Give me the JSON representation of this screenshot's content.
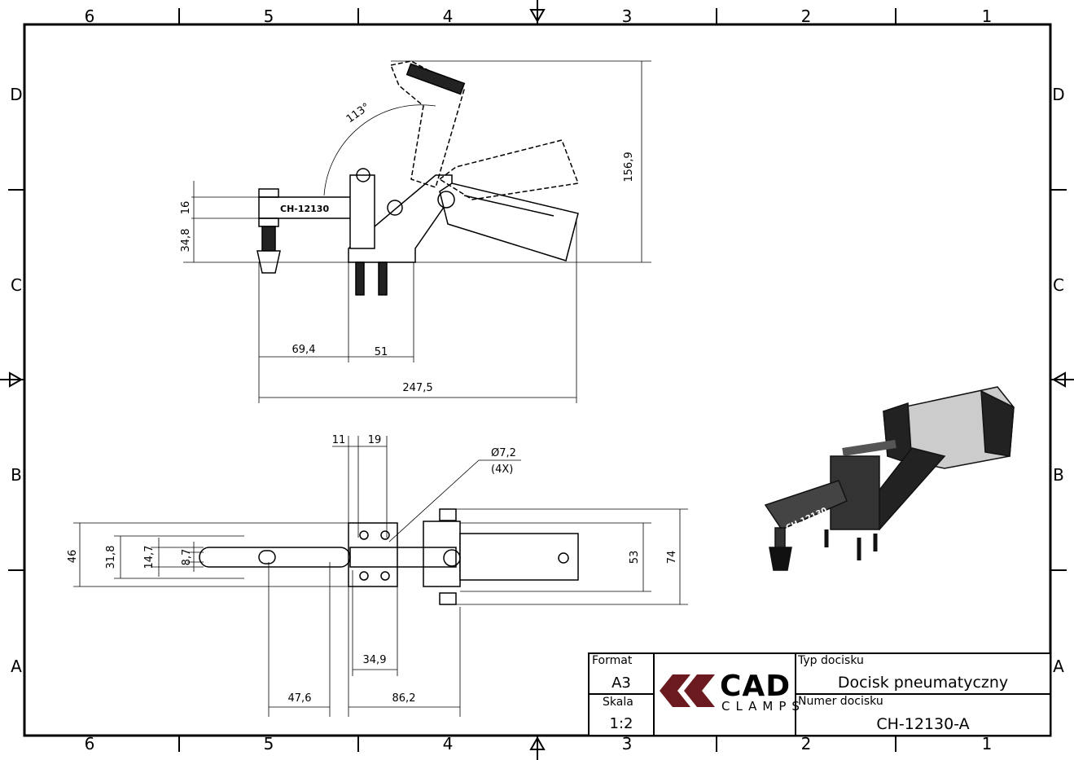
{
  "zones": {
    "columns": [
      "6",
      "5",
      "4",
      "3",
      "2",
      "1"
    ],
    "rows": [
      "D",
      "C",
      "B",
      "A"
    ]
  },
  "side_view": {
    "part_label": "CH-12130",
    "angle": "113°",
    "dims": {
      "height_total": "156,9",
      "arm_thickness": "16",
      "arm_height": "34,8",
      "base_offset": "69,4",
      "base_width": "51",
      "overall_length": "247,5"
    }
  },
  "top_view": {
    "dims": {
      "d11": "11",
      "d19": "19",
      "hole": "Ø7,2",
      "hole_count": "(4X)",
      "w46": "46",
      "w31_8": "31,8",
      "w14_7": "14,7",
      "w8_7": "8,7",
      "w53": "53",
      "w74": "74",
      "d34_9": "34,9",
      "d47_6": "47,6",
      "d86_2": "86,2"
    }
  },
  "title_block": {
    "format_label": "Format",
    "format_value": "A3",
    "scale_label": "Skala",
    "scale_value": "1:2",
    "type_label": "Typ docisku",
    "type_value": "Docisk pneumatyczny",
    "number_label": "Numer docisku",
    "number_value": "CH-12130-A",
    "logo": {
      "main": "CAD",
      "sub": "CLAMPS",
      "color": "#6b1a1f"
    }
  }
}
